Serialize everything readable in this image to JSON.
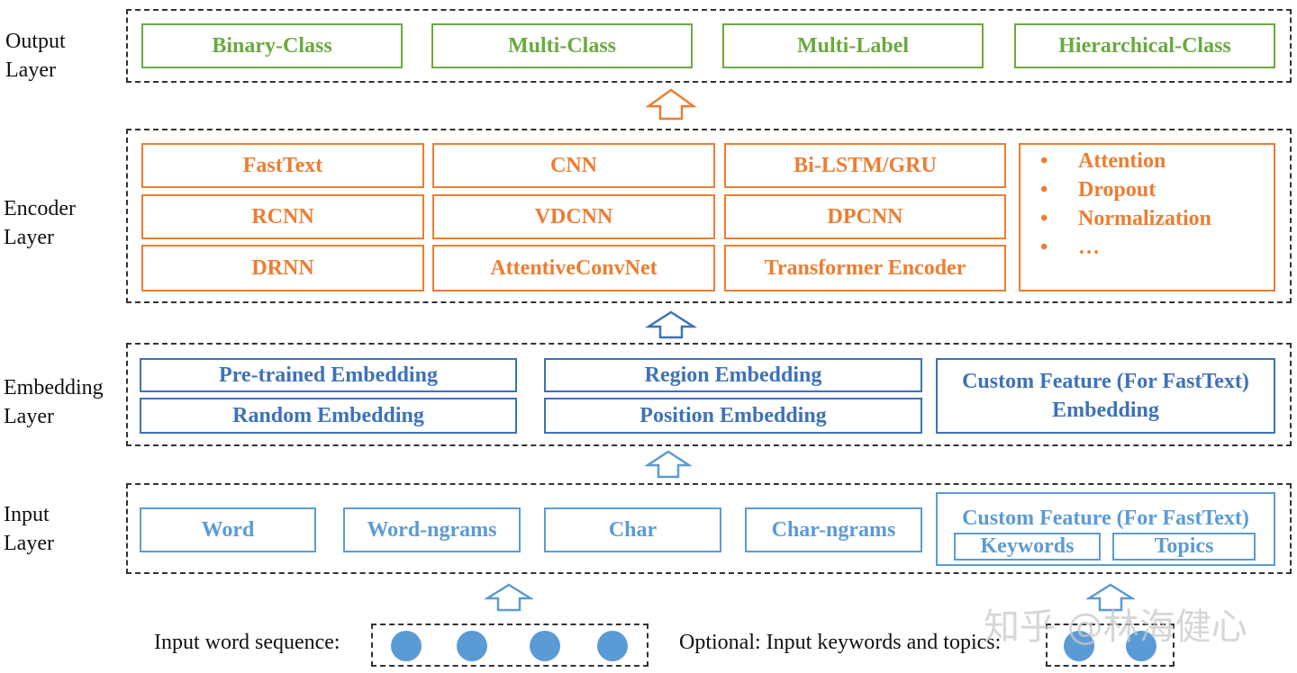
{
  "layers": {
    "output": {
      "label": [
        "Output",
        "Layer"
      ],
      "items": [
        "Binary-Class",
        "Multi-Class",
        "Multi-Label",
        "Hierarchical-Class"
      ],
      "color": "#6aaa3e"
    },
    "encoder": {
      "label": [
        "Encoder",
        "Layer"
      ],
      "models": [
        [
          "FastText",
          "CNN",
          "Bi-LSTM/GRU"
        ],
        [
          "RCNN",
          "VDCNN",
          "DPCNN"
        ],
        [
          "DRNN",
          "AttentiveConvNet",
          "Transformer Encoder"
        ]
      ],
      "extras": [
        "Attention",
        "Dropout",
        "Normalization",
        "…"
      ],
      "bullet": "•",
      "color": "#ed7d31"
    },
    "embedding": {
      "label": [
        "Embedding",
        "Layer"
      ],
      "items": [
        "Pre-trained Embedding",
        "Random Embedding",
        "Region Embedding",
        "Position Embedding"
      ],
      "custom": [
        "Custom Feature (For FastText)",
        "Embedding"
      ],
      "color": "#3d72b8"
    },
    "input": {
      "label": [
        "Input",
        "Layer"
      ],
      "items": [
        "Word",
        "Word-ngrams",
        "Char",
        "Char-ngrams"
      ],
      "custom_title": "Custom Feature (For FastText)",
      "custom_items": [
        "Keywords",
        "Topics"
      ],
      "color": "#5b9bd5"
    }
  },
  "sources": {
    "word_sequence_label": "Input word sequence:",
    "keywords_label": "Optional: Input keywords and topics:"
  },
  "watermark": "知乎 @林海健心"
}
